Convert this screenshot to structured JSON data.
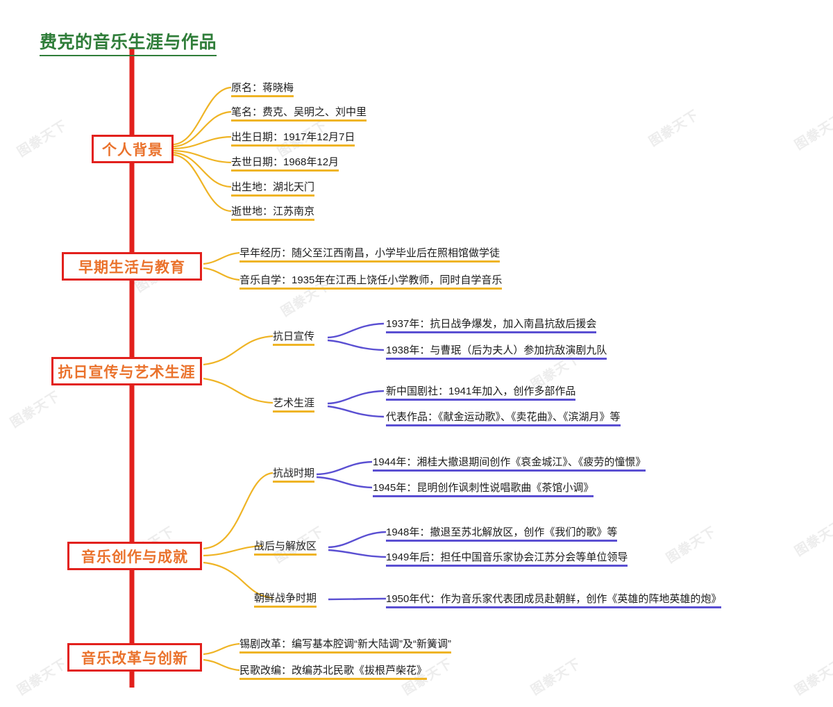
{
  "title": "费克的音乐生涯与作品",
  "colors": {
    "title": "#2f7d39",
    "trunk": "#e2201c",
    "node_border": "#e2201c",
    "node_text": "#ea722c",
    "branch_orange": "#efb425",
    "branch_purple": "#5a4fd2",
    "leaf_text": "#1b1b1b",
    "watermark": "#ededed",
    "background": "#ffffff"
  },
  "watermark_text": "图豢天下",
  "branches": [
    {
      "label": "个人背景",
      "children": [
        {
          "label": "原名：蒋晓梅"
        },
        {
          "label": "笔名：费克、吴明之、刘中里"
        },
        {
          "label": "出生日期：1917年12月7日"
        },
        {
          "label": "去世日期：1968年12月"
        },
        {
          "label": "出生地：湖北天门"
        },
        {
          "label": "逝世地：江苏南京"
        }
      ]
    },
    {
      "label": "早期生活与教育",
      "children": [
        {
          "label": "早年经历：随父至江西南昌，小学毕业后在照相馆做学徒"
        },
        {
          "label": "音乐自学：1935年在江西上饶任小学教师，同时自学音乐"
        }
      ]
    },
    {
      "label": "抗日宣传与艺术生涯",
      "children": [
        {
          "label": "抗日宣传",
          "children": [
            {
              "label": "1937年：抗日战争爆发，加入南昌抗敌后援会"
            },
            {
              "label": "1938年：与曹珉（后为夫人）参加抗敌演剧九队"
            }
          ]
        },
        {
          "label": "艺术生涯",
          "children": [
            {
              "label": "新中国剧社：1941年加入，创作多部作品"
            },
            {
              "label": "代表作品：《献金运动歌》、《卖花曲》、《滨湖月》等"
            }
          ]
        }
      ]
    },
    {
      "label": "音乐创作与成就",
      "children": [
        {
          "label": "抗战时期",
          "children": [
            {
              "label": "1944年：湘桂大撤退期间创作《哀金城江》、《疲劳的憧憬》"
            },
            {
              "label": "1945年：昆明创作讽刺性说唱歌曲《茶馆小调》"
            }
          ]
        },
        {
          "label": "战后与解放区",
          "children": [
            {
              "label": "1948年：撤退至苏北解放区，创作《我们的歌》等"
            },
            {
              "label": "1949年后：担任中国音乐家协会江苏分会等单位领导"
            }
          ]
        },
        {
          "label": "朝鲜战争时期",
          "children": [
            {
              "label": "1950年代：作为音乐家代表团成员赴朝鲜，创作《英雄的阵地英雄的炮》"
            }
          ]
        }
      ]
    },
    {
      "label": "音乐改革与创新",
      "children": [
        {
          "label": "锡剧改革：编写基本腔调“新大陆调”及“新簧调”"
        },
        {
          "label": "民歌改编：改编苏北民歌《拔根芦柴花》"
        }
      ]
    }
  ]
}
